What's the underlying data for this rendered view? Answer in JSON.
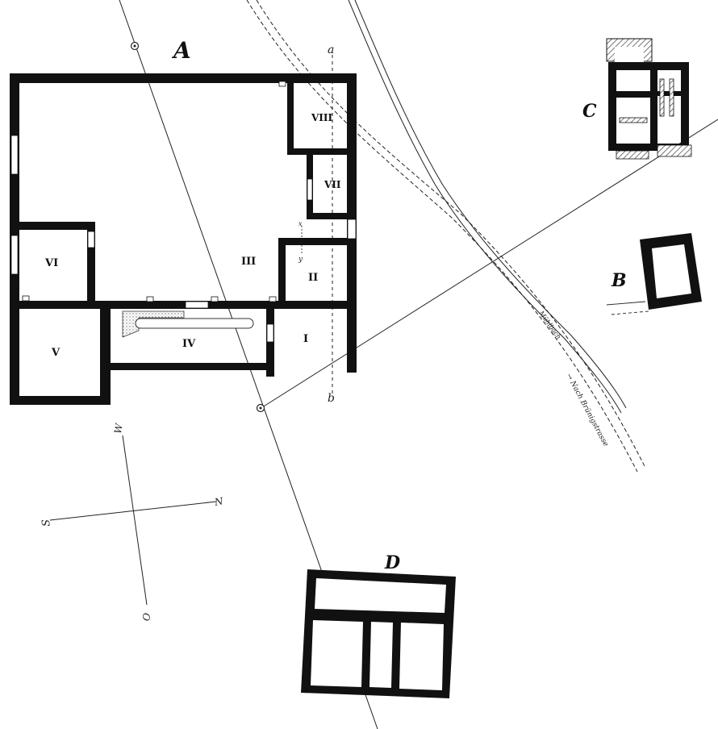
{
  "buildings": {
    "A": "A",
    "B": "B",
    "C": "C",
    "D": "D"
  },
  "rooms": {
    "I": "I",
    "II": "II",
    "III": "III",
    "IV": "IV",
    "V": "V",
    "VI": "VI",
    "VII": "VII",
    "VIII": "VIII"
  },
  "section": {
    "a": "a",
    "b": "b",
    "x": "x",
    "y": "y"
  },
  "compass": {
    "W": "W",
    "N": "N",
    "S": "S",
    "O": "O"
  },
  "road_labels": {
    "stream": "Mühlbach",
    "road": "→ Nach Brünigstrasse"
  },
  "colors": {
    "ink": "#111111",
    "paper": "#ffffff",
    "hatch": "#555555"
  }
}
